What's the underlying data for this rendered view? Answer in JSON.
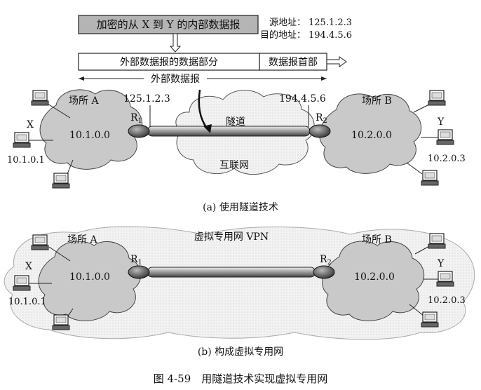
{
  "top": {
    "encrypted_packet": "加密的从 X 到 Y 的内部数据报",
    "src_label": "源地址：",
    "src_value": "125.1.2.3",
    "dst_label": "目的地址：",
    "dst_value": "194.4.5.6",
    "outer_data_part": "外部数据报的数据部分",
    "outer_header": "数据报首部",
    "outer_packet": "外部数据报"
  },
  "part_a": {
    "site_a": "场所 A",
    "site_b": "场所 B",
    "net_a": "10.1.0.0",
    "net_b": "10.2.0.0",
    "host_x": "X",
    "host_x_ip": "10.1.0.1",
    "host_y": "Y",
    "host_y_ip": "10.2.0.3",
    "r1_base": "R",
    "r1_sub": "1",
    "r2_base": "R",
    "r2_sub": "2",
    "r1_ip": "125.1.2.3",
    "r2_ip": "194.4.5.6",
    "tunnel": "隧道",
    "internet": "互联网",
    "caption": "(a) 使用隧道技术"
  },
  "part_b": {
    "site_a": "场所 A",
    "site_b": "场所 B",
    "vpn": "虚拟专用网 VPN",
    "net_a": "10.1.0.0",
    "net_b": "10.2.0.0",
    "host_x": "X",
    "host_x_ip": "10.1.0.1",
    "host_y": "Y",
    "host_y_ip": "10.2.0.3",
    "r1_base": "R",
    "r1_sub": "1",
    "r2_base": "R",
    "r2_sub": "2",
    "caption": "(b) 构成虚拟专用网"
  },
  "figure_caption": "图 4-59　用隧道技术实现虚拟专用网"
}
